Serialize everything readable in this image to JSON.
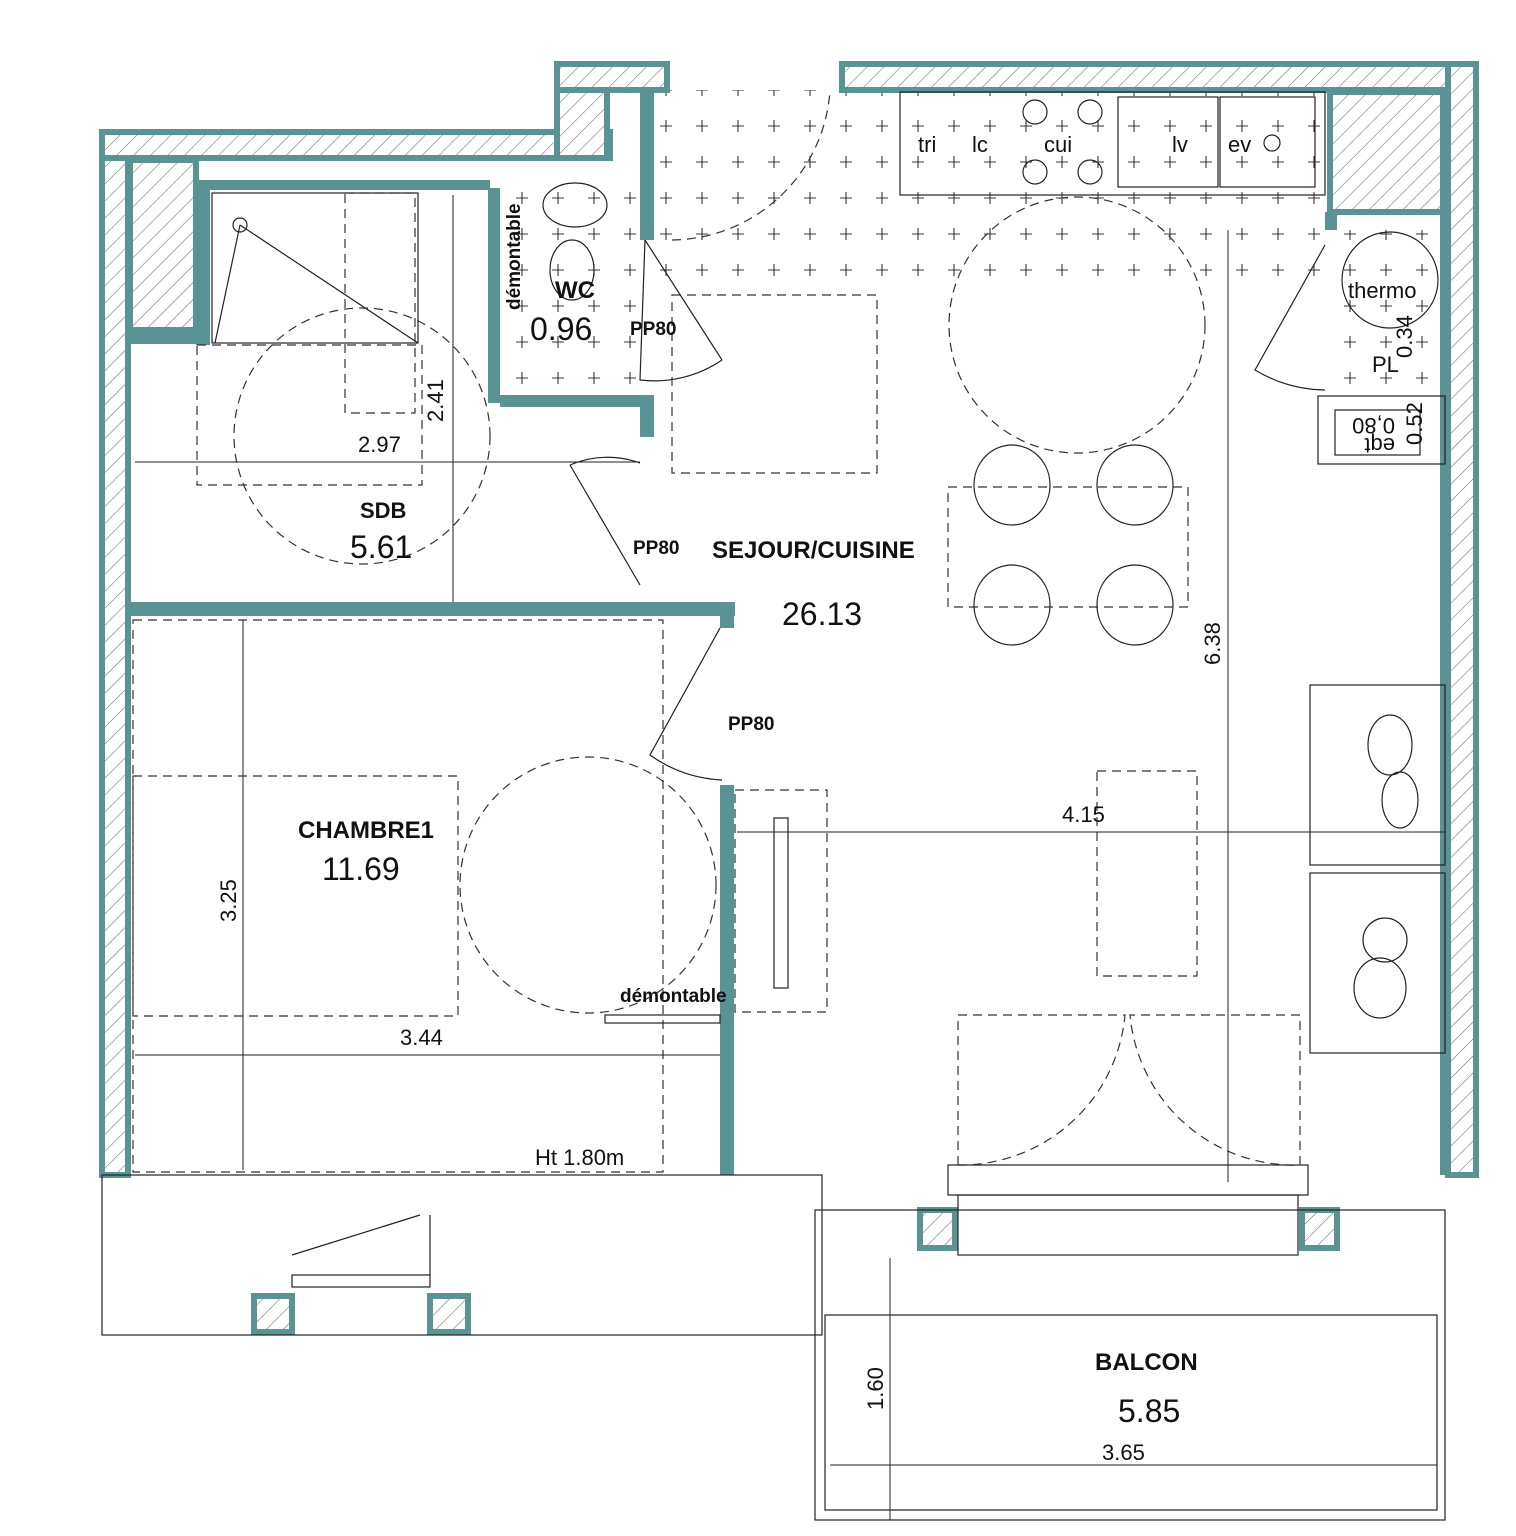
{
  "rooms": {
    "wc": {
      "name": "WC",
      "area": "0.96"
    },
    "sdb": {
      "name": "SDB",
      "area": "5.61"
    },
    "sejour": {
      "name": "SEJOUR/CUISINE",
      "area": "26.13"
    },
    "chambre": {
      "name": "CHAMBRE1",
      "area": "11.69"
    },
    "balcon": {
      "name": "BALCON",
      "area": "5.85"
    }
  },
  "doors": [
    "PP80",
    "PP80",
    "PP80"
  ],
  "notes": {
    "demontable_wc": "démontable",
    "demontable_chambre": "démontable",
    "ht": "Ht 1.80m"
  },
  "kitchen": [
    "tri",
    "lc",
    "cui",
    "lv",
    "ev"
  ],
  "equipment": {
    "thermo": "thermo",
    "pl": "PL",
    "pl_dim": "0.34",
    "tableau_w": "0,80",
    "tableau": "eqt",
    "tableau_d": "0.52"
  },
  "dimensions": {
    "sdb_h": "2.41",
    "sdb_w": "2.97",
    "sejour_h": "6.38",
    "sejour_w": "4.15",
    "chambre_h": "3.25",
    "chambre_w": "3.44",
    "balcon_h": "1.60",
    "balcon_w": "3.65"
  },
  "colors": {
    "wall": "#5a9393"
  }
}
